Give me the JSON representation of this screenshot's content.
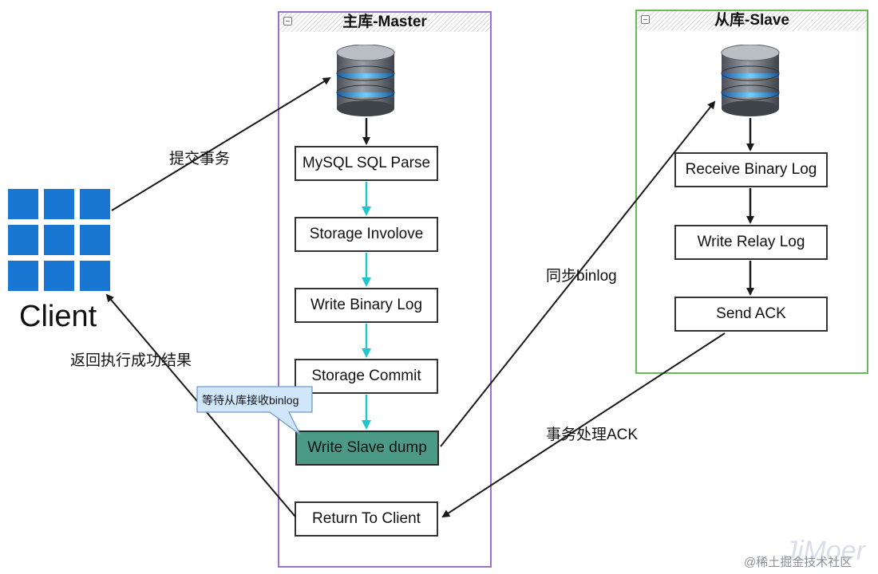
{
  "master": {
    "title": "主库-Master"
  },
  "slave": {
    "title": "从库-Slave"
  },
  "client": {
    "label": "Client"
  },
  "master_steps": [
    "MySQL SQL Parse",
    "Storage Involove",
    "Write Binary Log",
    "Storage Commit",
    "Write Slave dump",
    "Return To Client"
  ],
  "slave_steps": [
    "Receive Binary Log",
    "Write Relay Log",
    "Send ACK"
  ],
  "edge_labels": {
    "submit": "提交事务",
    "return_result": "返回执行成功结果",
    "sync_binlog": "同步binlog",
    "ack": "事务处理ACK"
  },
  "callout": "等待从库接收binlog",
  "watermark": {
    "small": "@稀土掘金技术社区",
    "large": "JiMoer"
  },
  "colors": {
    "master_border": "#9b6fd0",
    "slave_border": "#66bb55",
    "client_blue": "#1976d2",
    "highlight_box": "#4a9a86",
    "flow_arrow": "#22c5cc",
    "edge": "#1a1a1a",
    "callout_fill": "#cfe6fb",
    "callout_stroke": "#6f9ccc"
  }
}
